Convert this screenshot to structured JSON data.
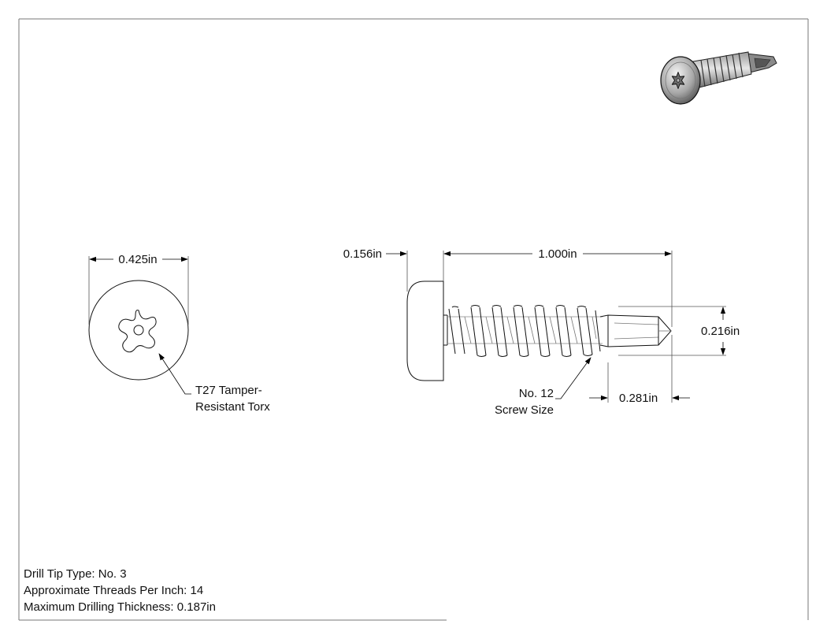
{
  "dimensions": {
    "head_diameter": "0.425in",
    "head_height": "0.156in",
    "length": "1.000in",
    "thread_diameter": "0.216in",
    "drill_point_length": "0.281in"
  },
  "callouts": {
    "drive": [
      "T27 Tamper-",
      "Resistant Torx"
    ],
    "screw_size": [
      "No. 12",
      "Screw Size"
    ]
  },
  "specs": [
    "Drill Tip Type: No. 3",
    "Approximate Threads Per Inch: 14",
    "Maximum Drilling Thickness: 0.187in"
  ],
  "colors": {
    "line": "#4a4a4a",
    "outline": "#000000",
    "metal_light": "#eeeeee",
    "metal_dark": "#777777"
  }
}
